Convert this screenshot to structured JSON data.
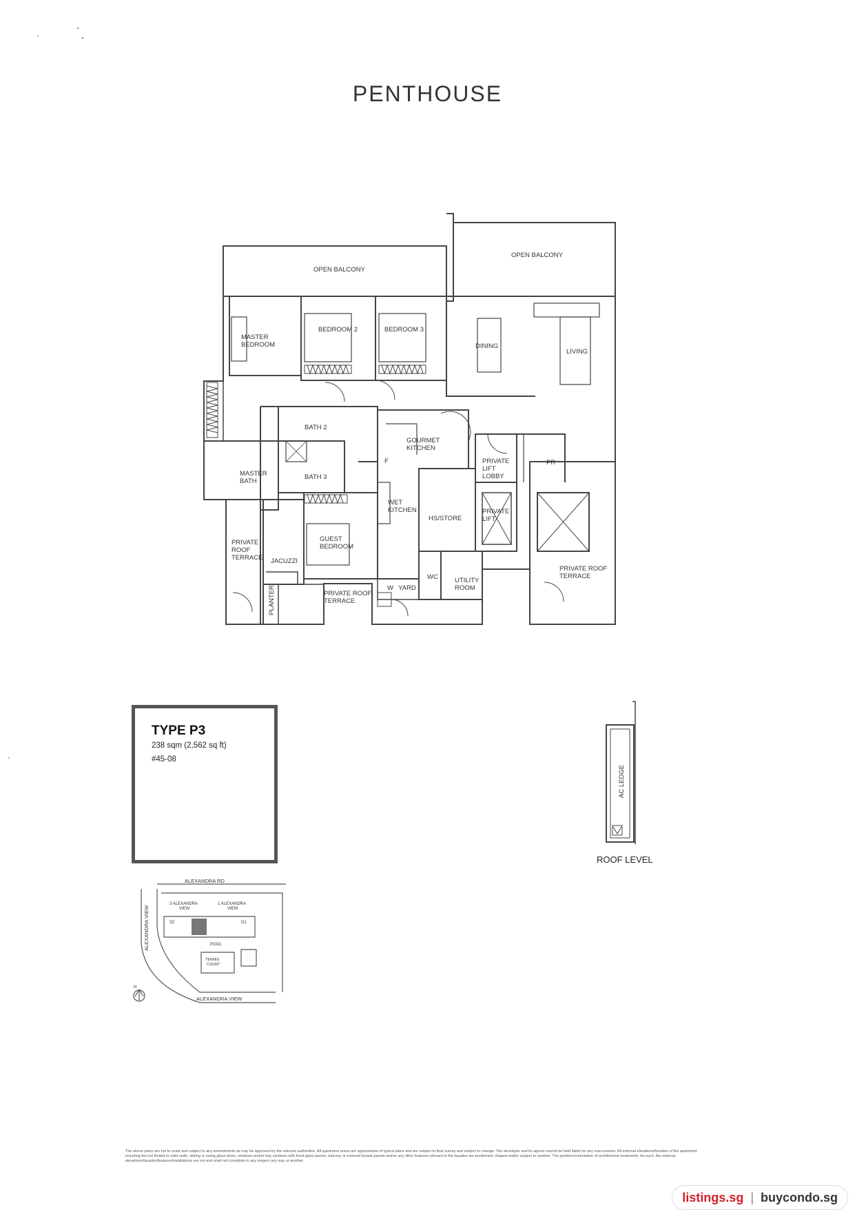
{
  "page": {
    "title": "PENTHOUSE"
  },
  "floor_plan": {
    "rooms": {
      "open_balcony_left": "OPEN BALCONY",
      "open_balcony_right": "OPEN BALCONY",
      "master_bedroom_1": "MASTER",
      "master_bedroom_2": "BEDROOM",
      "bedroom_2": "BEDROOM 2",
      "bedroom_3": "BEDROOM 3",
      "dining": "DINING",
      "living": "LIVING",
      "bath_2": "BATH 2",
      "bath_3": "BATH 3",
      "gourmet_kitchen_1": "GOURMET",
      "gourmet_kitchen_2": "KITCHEN",
      "f": "F",
      "private_lift_lobby_1": "PRIVATE",
      "private_lift_lobby_2": "LIFT",
      "private_lift_lobby_3": "LOBBY",
      "pr": "PR",
      "master_bath_1": "MASTER",
      "master_bath_2": "BATH",
      "wet_kitchen_1": "WET",
      "wet_kitchen_2": "KITCHEN",
      "hs_store": "HS/STORE",
      "private_lift_1": "PRIVATE",
      "private_lift_2": "LIFT",
      "private_roof_terrace_left_1": "PRIVATE",
      "private_roof_terrace_left_2": "ROOF",
      "private_roof_terrace_left_3": "TERRACE",
      "jacuzzi": "JACUZZI",
      "guest_bedroom_1": "GUEST",
      "guest_bedroom_2": "BEDROOM",
      "planter": "PLANTER",
      "private_roof_terrace_mid_1": "PRIVATE ROOF",
      "private_roof_terrace_mid_2": "TERRACE",
      "w": "W",
      "yard": "YARD",
      "wc": "WC",
      "utility_room_1": "UTILITY",
      "utility_room_2": "ROOM",
      "private_roof_terrace_right_1": "PRIVATE ROOF",
      "private_roof_terrace_right_2": "TERRACE"
    }
  },
  "unit_info": {
    "type": "TYPE P3",
    "area": "238 sqm (2,562 sq ft)",
    "unit_number": "#45-08"
  },
  "roof_plan": {
    "ledge_label": "AC LEDGE",
    "caption": "ROOF LEVEL"
  },
  "site_plan": {
    "road_top": "ALEXANDRA RD",
    "road_left": "ALEXANDRA VIEW",
    "road_bottom": "ALEXANDRA VIEW",
    "block_left_1": "3 ALEXANDRA",
    "block_left_2": "VIEW",
    "block_right_1": "1 ALEXANDRA",
    "block_right_2": "VIEW",
    "label_3z": "3Z",
    "label_d1": "D1",
    "pool": "POOL",
    "tennis_1": "TENNIS",
    "tennis_2": "COURT",
    "north": "N"
  },
  "footer": {
    "disclaimer": "The above plans are not to scale and subject to any amendments as may be approved by the relevant authorities. All apartment areas are approximate of typical plans and are subject to final survey and subject to change. The developer and its agents cannot be held liable for any inaccuracies. All external elevations/facades of the apartment including but not limited to solid walls, sliding or swing glass doors, windows and/or bay windows with fixed glass panels, balcony or external facade panels and/or any other features relevant to the facades are positioned, shaped and/or subject to random. The positions/orientation of architectural treatments. As such, the external elevations/facades/features/installations are not and shall not constitute in any respect any way or another."
  },
  "watermark": {
    "brand_a": "listings.sg",
    "separator": "|",
    "brand_b": "buycondo.sg"
  }
}
